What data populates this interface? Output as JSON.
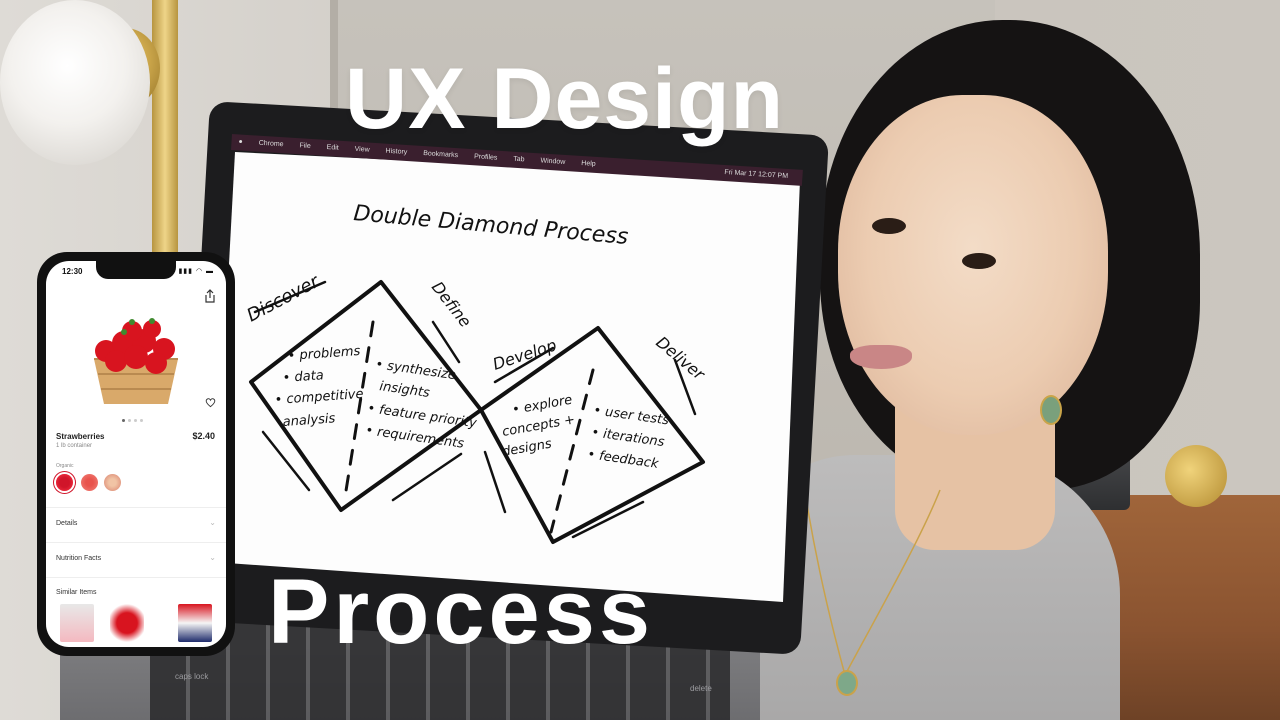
{
  "titles": {
    "top": "UX Design",
    "bottom": "Process"
  },
  "laptop": {
    "menubar": [
      "Chrome",
      "File",
      "Edit",
      "View",
      "History",
      "Bookmarks",
      "Profiles",
      "Tab",
      "Window",
      "Help"
    ],
    "clock": "Fri Mar 17 12:07 PM",
    "whiteboard": {
      "heading": "Double Diamond Process",
      "phases": [
        "Discover",
        "Define",
        "Develop",
        "Deliver"
      ],
      "diamond1_left": [
        "• problems",
        "• data",
        "• competitive",
        "  analysis"
      ],
      "diamond1_right": [
        "• synthesize",
        "  insights",
        "• feature priority",
        "• requirements"
      ],
      "diamond2_left": [
        "• explore",
        "  concepts +",
        "  designs"
      ],
      "diamond2_right": [
        "• user tests",
        "• iterations",
        "• feedback"
      ]
    },
    "keyboard": {
      "caps": "caps lock",
      "delete": "delete"
    }
  },
  "phone": {
    "status_time": "12:30",
    "product": {
      "name": "Strawberries",
      "size": "1 lb container",
      "price": "$2.40",
      "variant_label": "Organic"
    },
    "sections": [
      "Details",
      "Nutrition Facts"
    ],
    "similar_title": "Similar Items",
    "colors": {
      "accent": "#d0152a"
    }
  }
}
